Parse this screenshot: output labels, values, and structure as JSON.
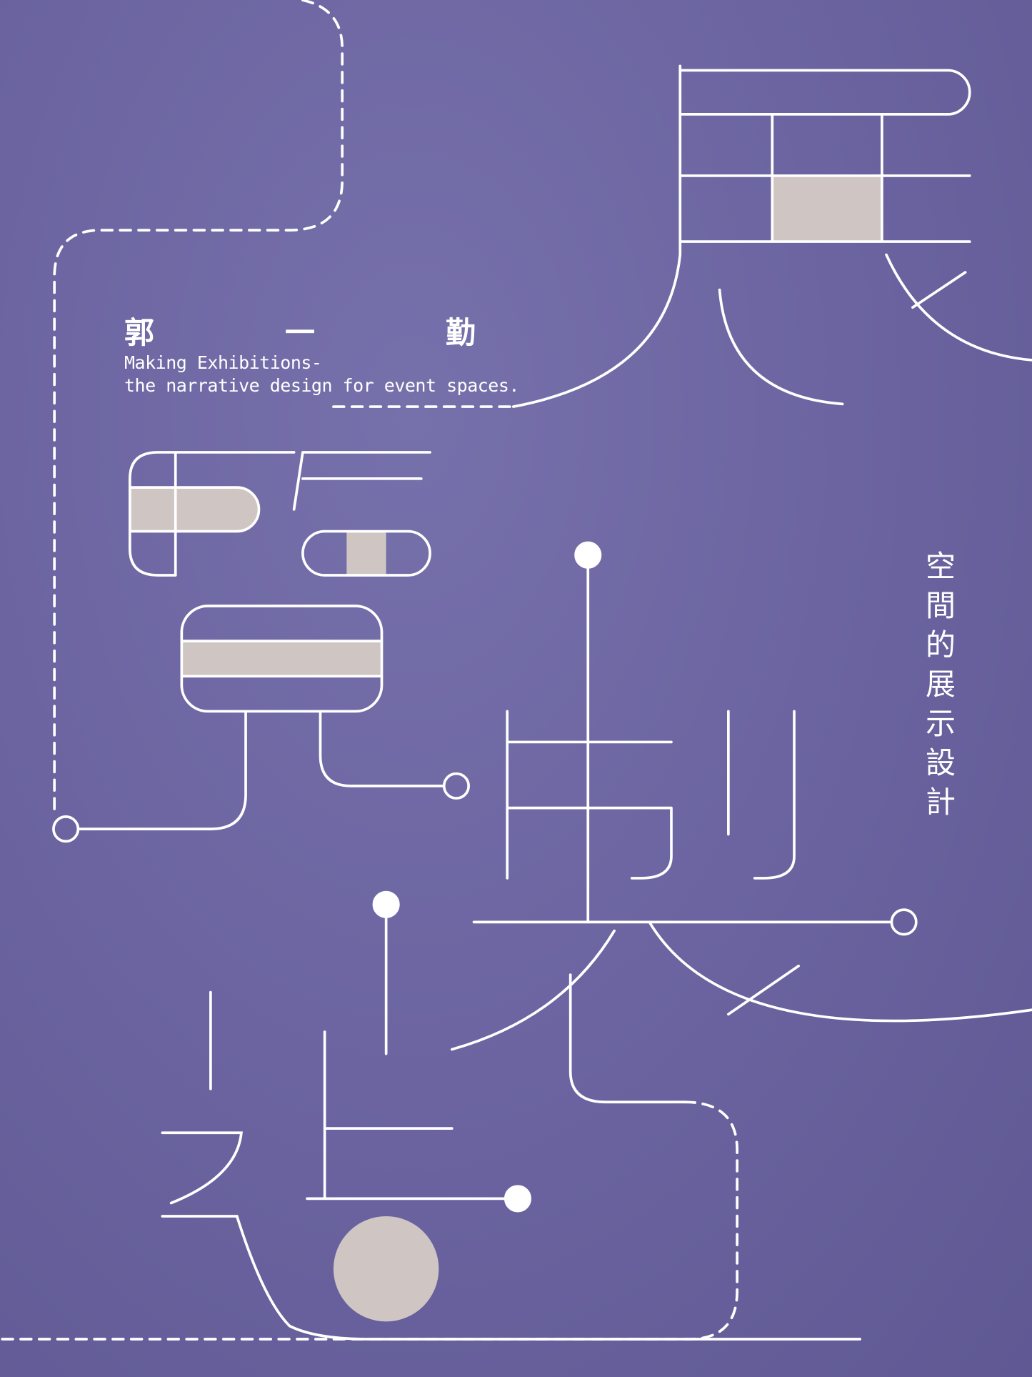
{
  "cover": {
    "logo_title": "展覽製造",
    "author": [
      "郭",
      "一",
      "勤"
    ],
    "subtitle_line1": "Making Exhibitions-",
    "subtitle_line2": "the narrative design for event spaces.",
    "vertical_subtitle": "空間的展示設計"
  },
  "colors": {
    "background": "#6a63a0",
    "line": "#ffffff",
    "fill": "#cfc6c4"
  }
}
